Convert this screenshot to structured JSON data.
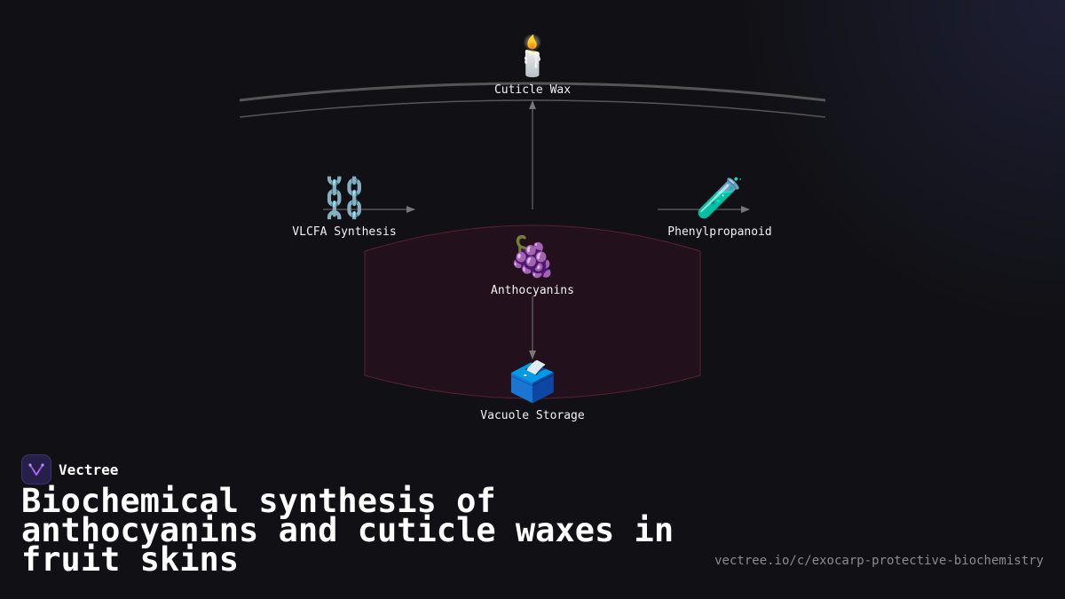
{
  "colors": {
    "background": "#111115",
    "region_fill": "#22101c",
    "region_stroke": "#5a1f33",
    "arc": "#555555",
    "arrow": "#777777",
    "text": "#f2f2f2",
    "url": "#8a8a8f",
    "brand_logo_bg": "#251f4a",
    "brand_logo_mark": "#b26bff"
  },
  "diagram": {
    "nodes": {
      "cuticle_wax": {
        "label": "Cuticle Wax",
        "icon": "candle-icon",
        "glyph": "🕯️"
      },
      "vlcfa": {
        "label": "VLCFA Synthesis",
        "icon": "chain-link-icon",
        "glyph": "⛓️"
      },
      "phenyl": {
        "label": "Phenylpropanoid",
        "icon": "test-tube-icon",
        "glyph": "🧪"
      },
      "anthocyanins": {
        "label": "Anthocyanins",
        "icon": "grapes-icon",
        "glyph": "🍇"
      },
      "vacuole": {
        "label": "Vacuole Storage",
        "icon": "ballot-box-icon",
        "glyph": "🗳️"
      }
    }
  },
  "brand": {
    "name": "Vectree",
    "logo": "vectree-logo-icon"
  },
  "headline": "Biochemical synthesis of anthocyanins and cuticle waxes in fruit skins",
  "url": "vectree.io/c/exocarp-protective-biochemistry"
}
